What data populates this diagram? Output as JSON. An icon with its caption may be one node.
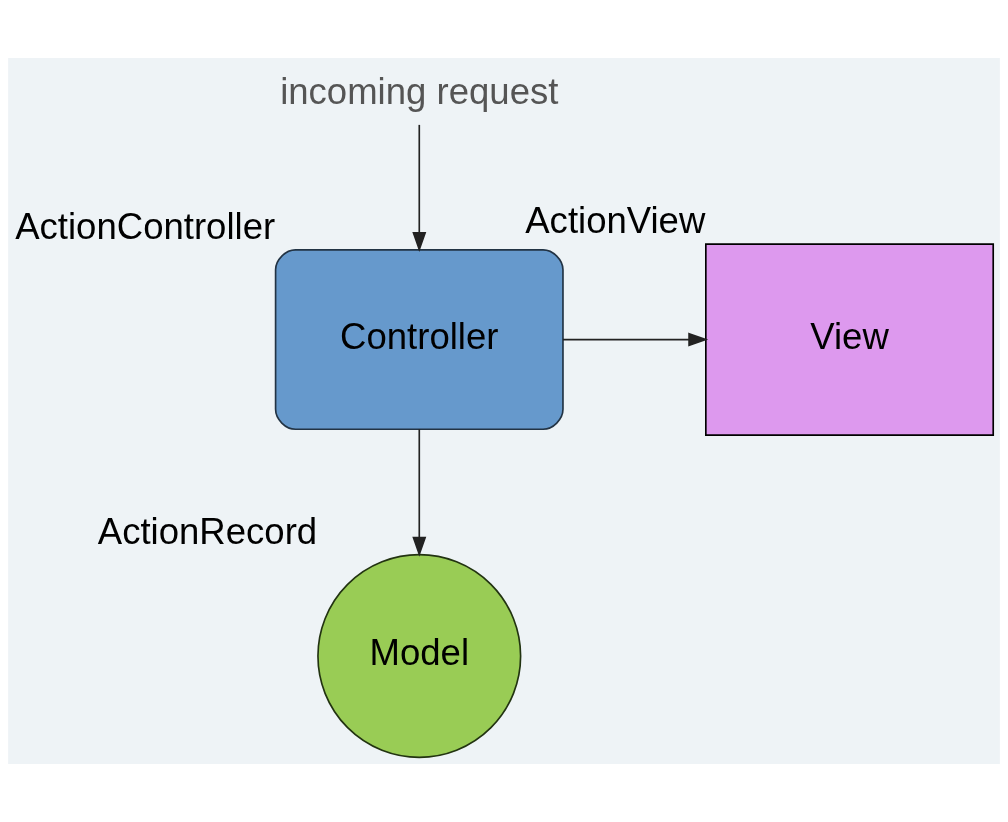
{
  "diagram": {
    "nodes": [
      {
        "text": [
          "incoming request"
        ]
      },
      {
        "text": [
          "View"
        ],
        "beside": [
          "ActionView"
        ]
      },
      {
        "text": [
          "Controller"
        ],
        "beside": [
          "ActionController"
        ]
      },
      {
        "text": [
          "Model"
        ],
        "beside": [
          "ActionRecord"
        ]
      }
    ],
    "edges": [
      {
        "from": 0,
        "to": 2,
        "arrow": "to"
      },
      {
        "from": 2,
        "to": 1,
        "arrow": "to"
      },
      {
        "from": 2,
        "to": 3,
        "arrow": "to"
      }
    ]
  }
}
